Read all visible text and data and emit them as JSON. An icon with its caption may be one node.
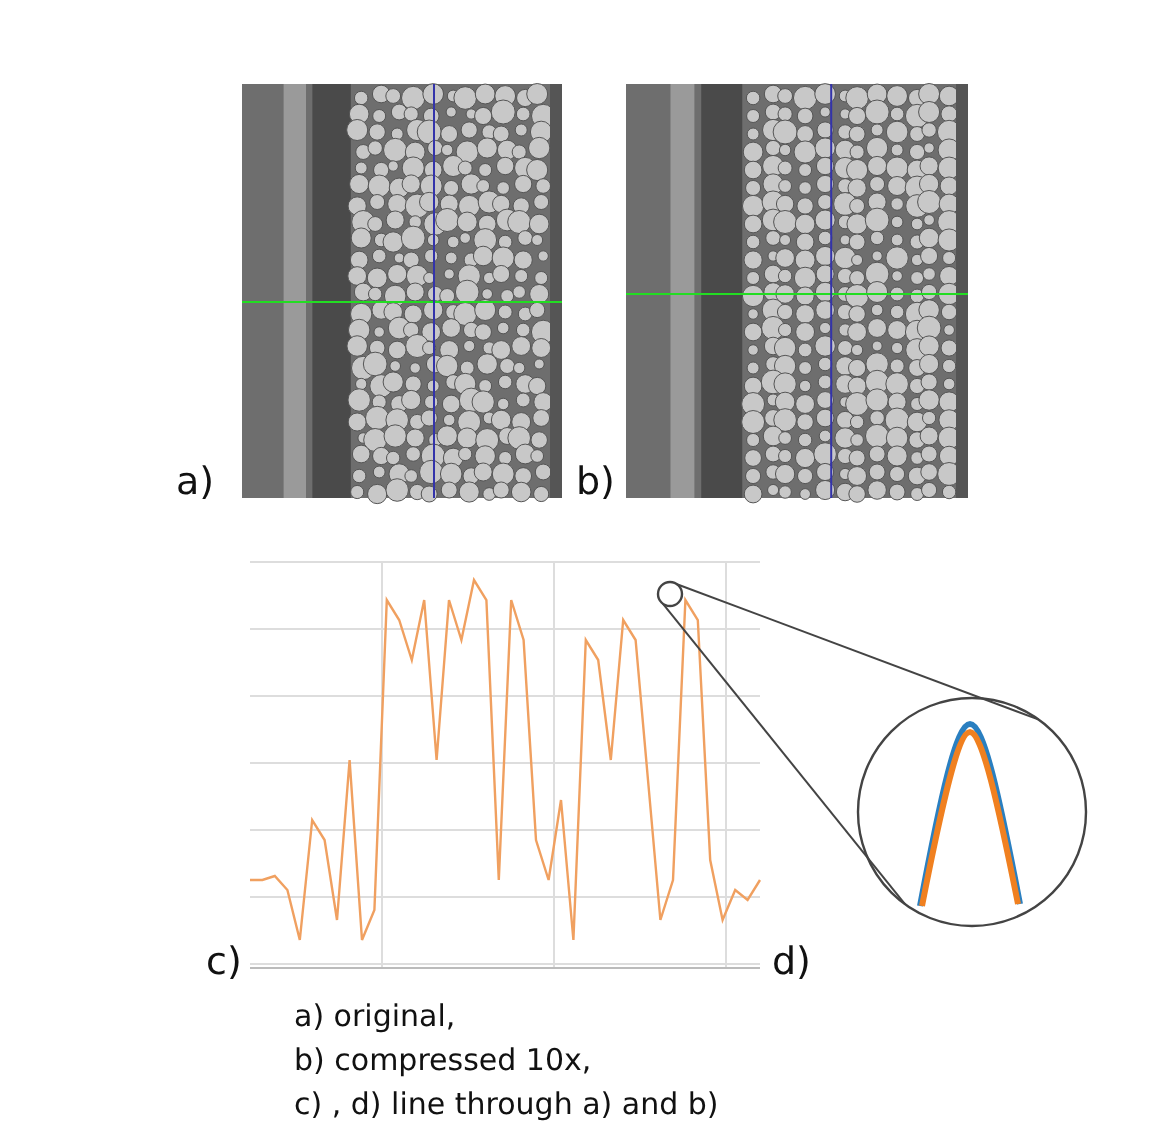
{
  "diagram": {
    "nodes": [
      {
        "text": [],
        "shape": "circle"
      },
      {
        "text": [],
        "shape": "circle"
      }
    ],
    "edges": [
      {
        "from": 0,
        "to": 1,
        "arrow": "none"
      },
      {
        "from": 0,
        "to": 1,
        "arrow": "none"
      }
    ],
    "labels": [
      "a)",
      "b)",
      "c)",
      "d)",
      "a) original,",
      "b) compressed 10x,",
      "c) , d) line through a) and b)"
    ]
  }
}
